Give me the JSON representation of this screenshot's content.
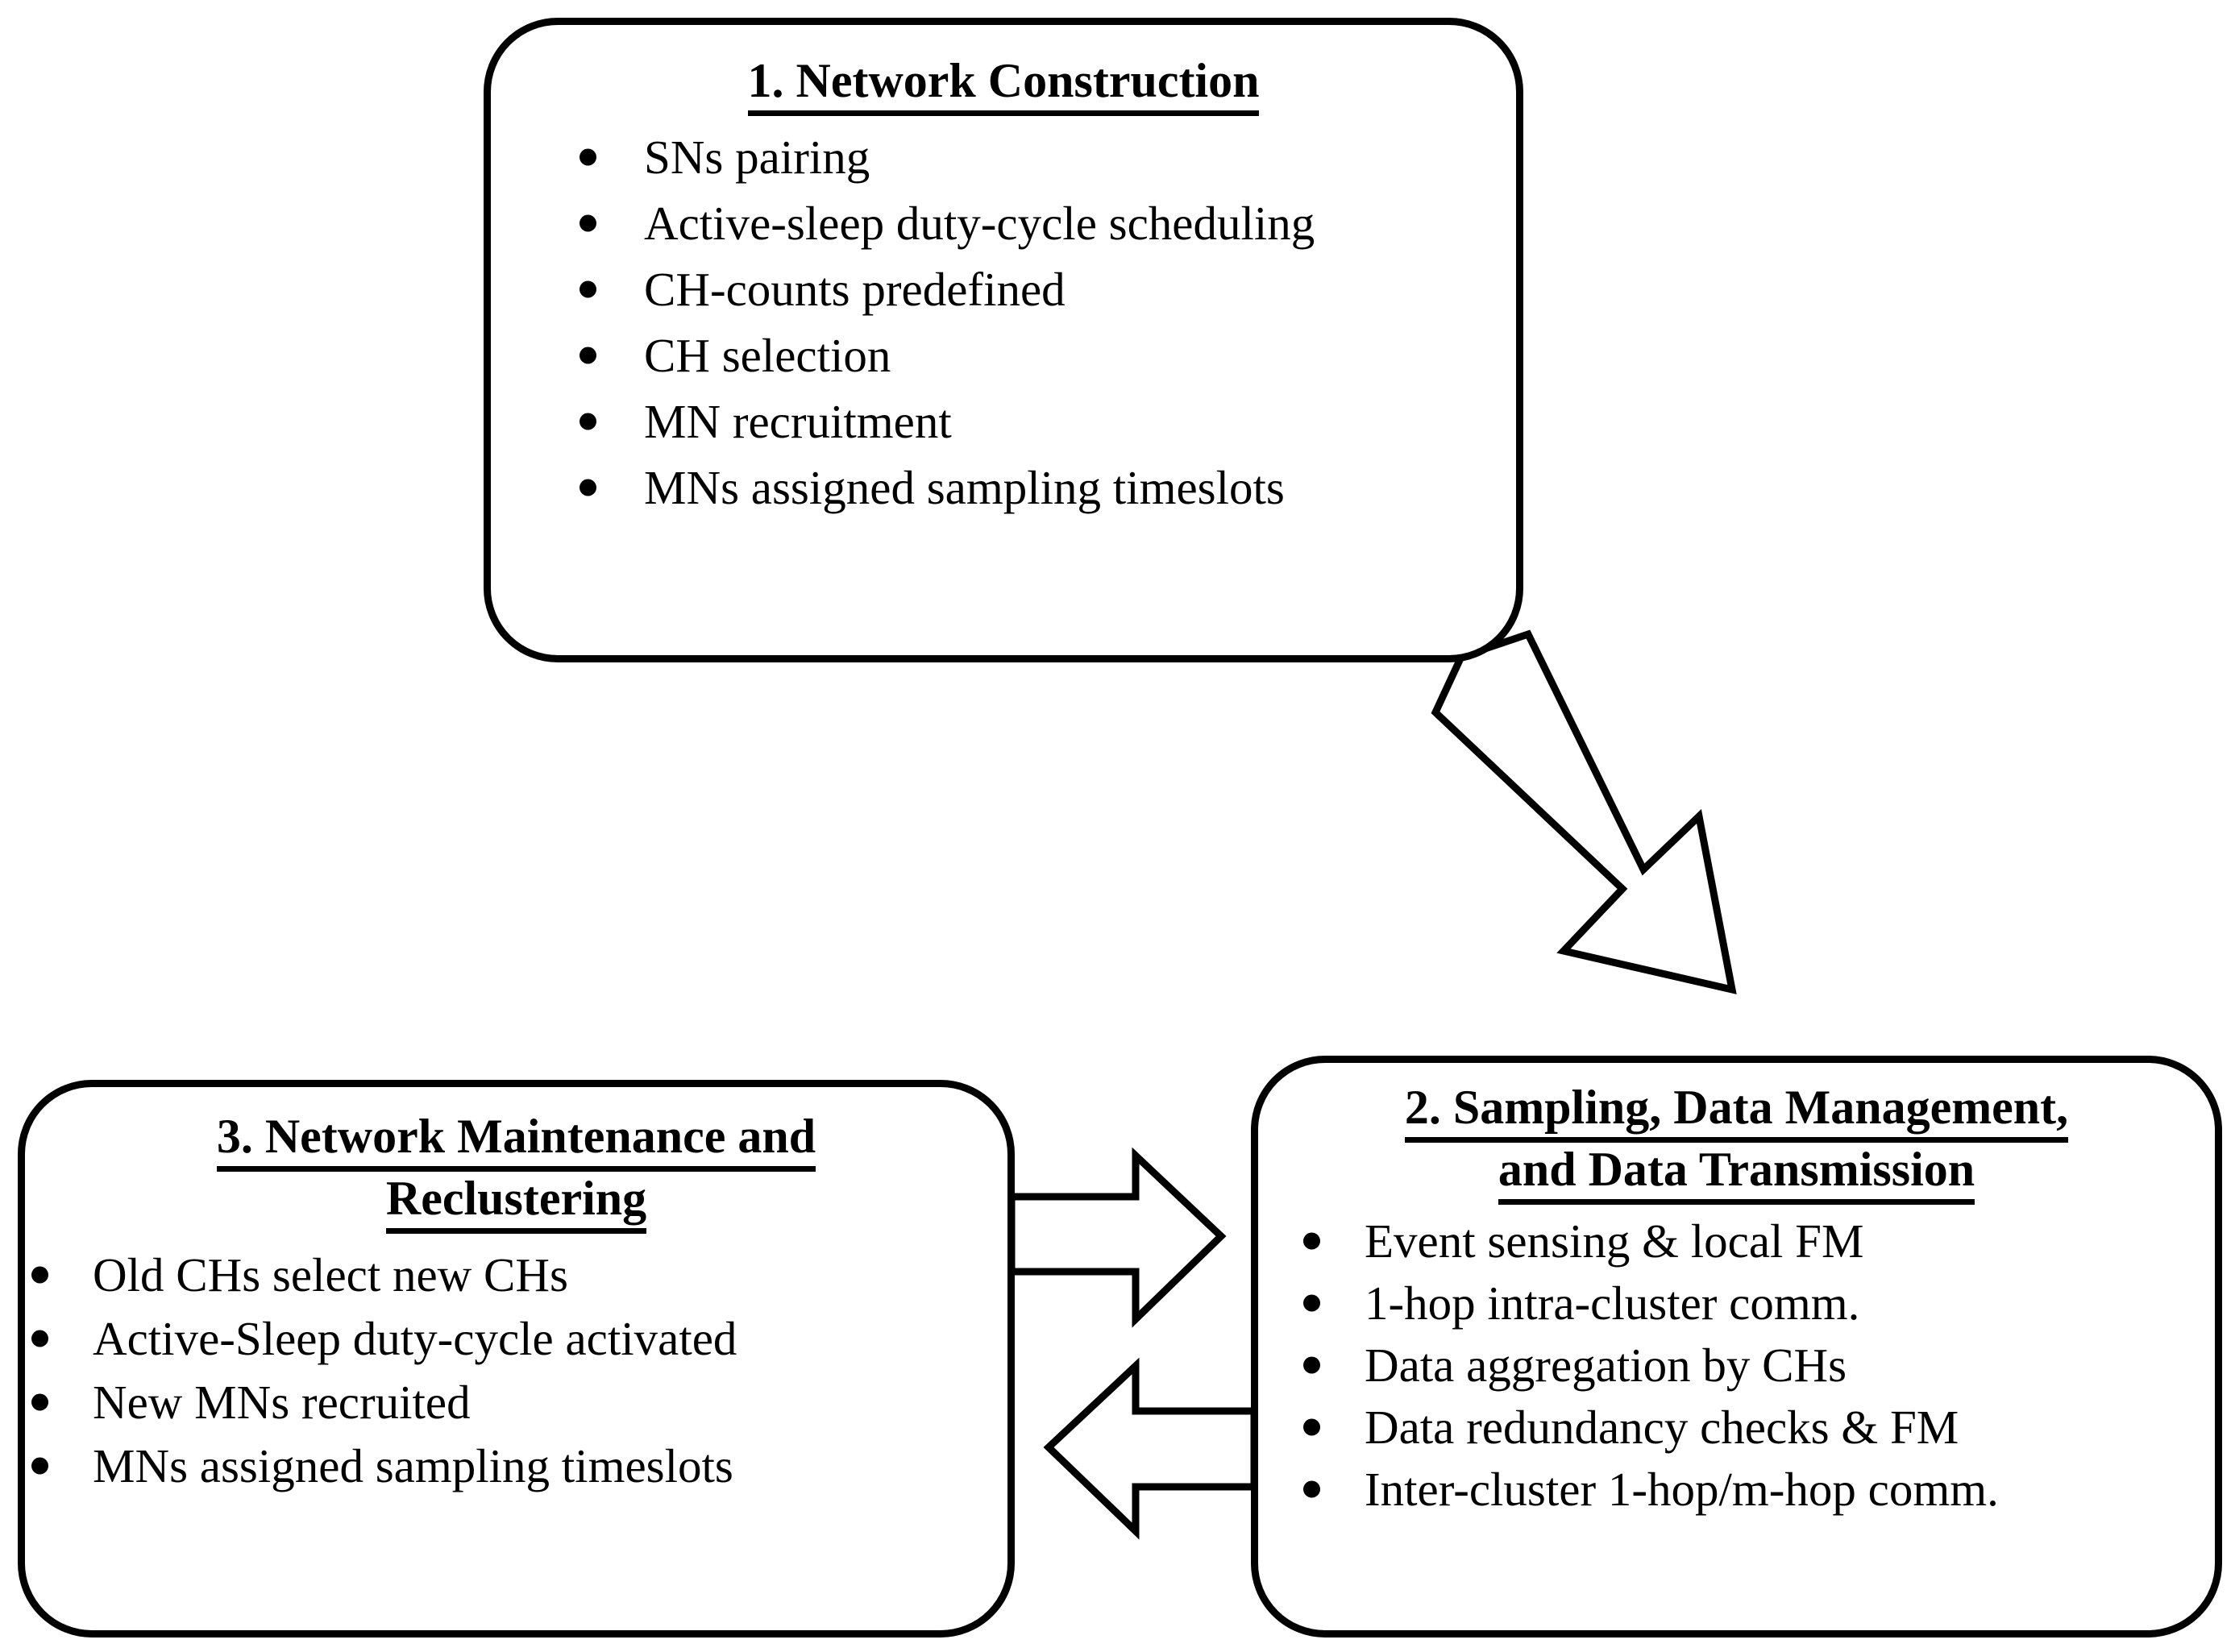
{
  "diagram": {
    "title": "Three-phase network protocol flowchart",
    "boxes": [
      {
        "id": "box-1",
        "title": "1. Network Construction",
        "title_lines": [
          "1. Network Construction"
        ],
        "bullets": [
          "SNs pairing",
          "Active-sleep duty-cycle scheduling",
          "CH-counts predefined",
          "CH selection",
          "MN recruitment",
          "MNs assigned sampling timeslots"
        ]
      },
      {
        "id": "box-2",
        "title": "2. Sampling, Data Management, and Data Transmission",
        "title_lines": [
          "2. Sampling, Data Management,",
          "and Data Transmission"
        ],
        "bullets": [
          "Event sensing & local FM",
          "1-hop intra-cluster comm.",
          "Data aggregation by CHs",
          "Data redundancy checks & FM",
          "Inter-cluster 1-hop/m-hop comm."
        ]
      },
      {
        "id": "box-3",
        "title": "3. Network Maintenance and Reclustering",
        "title_lines": [
          "3. Network Maintenance and",
          "Reclustering"
        ],
        "bullets": [
          "Old CHs select new CHs",
          "Active-Sleep duty-cycle activated",
          "New MNs recruited",
          "MNs assigned sampling timeslots"
        ]
      }
    ],
    "arrows": [
      {
        "id": "arrow-1-to-2",
        "name": "diagonal-down-right-arrow",
        "from": "box-1",
        "to": "box-2",
        "direction": "down-right"
      },
      {
        "id": "arrow-3-to-2",
        "name": "right-arrow",
        "from": "box-3",
        "to": "box-2",
        "direction": "right"
      },
      {
        "id": "arrow-2-to-3",
        "name": "left-arrow",
        "from": "box-2",
        "to": "box-3",
        "direction": "left"
      }
    ],
    "colors": {
      "stroke": "#000000",
      "fill": "#ffffff",
      "text": "#000000"
    }
  }
}
